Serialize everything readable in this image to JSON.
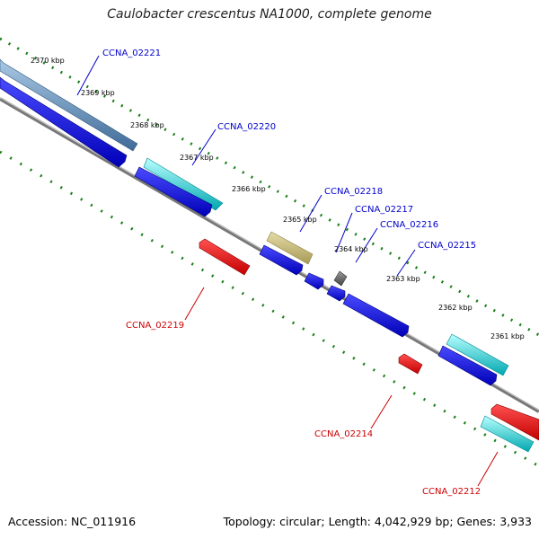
{
  "title": "Caulobacter crescentus NA1000, complete genome",
  "footer": {
    "accession": "Accession: NC_011916",
    "summary": "Topology: circular; Length: 4,042,929 bp; Genes: 3,933"
  },
  "colors": {
    "forward_label": "#0000cc",
    "reverse_label": "#cc0000",
    "backbone": "#808080",
    "ticks": "#1a7f1a"
  },
  "tick_labels": [
    {
      "text": "2370 kbp",
      "kbp": 2370
    },
    {
      "text": "2369 kbp",
      "kbp": 2369
    },
    {
      "text": "2368 kbp",
      "kbp": 2368
    },
    {
      "text": "2367 kbp",
      "kbp": 2367
    },
    {
      "text": "2366 kbp",
      "kbp": 2366
    },
    {
      "text": "2365 kbp",
      "kbp": 2365
    },
    {
      "text": "2364 kbp",
      "kbp": 2364
    },
    {
      "text": "2363 kbp",
      "kbp": 2363
    },
    {
      "text": "2362 kbp",
      "kbp": 2362
    },
    {
      "text": "2361 kbp",
      "kbp": 2361
    }
  ],
  "gene_labels": [
    {
      "text": "CCNA_02221",
      "strand": "forward"
    },
    {
      "text": "CCNA_02220",
      "strand": "forward"
    },
    {
      "text": "CCNA_02218",
      "strand": "forward"
    },
    {
      "text": "CCNA_02217",
      "strand": "forward"
    },
    {
      "text": "CCNA_02216",
      "strand": "forward"
    },
    {
      "text": "CCNA_02215",
      "strand": "forward"
    },
    {
      "text": "CCNA_02219",
      "strand": "reverse"
    },
    {
      "text": "CCNA_02214",
      "strand": "reverse"
    },
    {
      "text": "CCNA_02212",
      "strand": "reverse"
    }
  ]
}
